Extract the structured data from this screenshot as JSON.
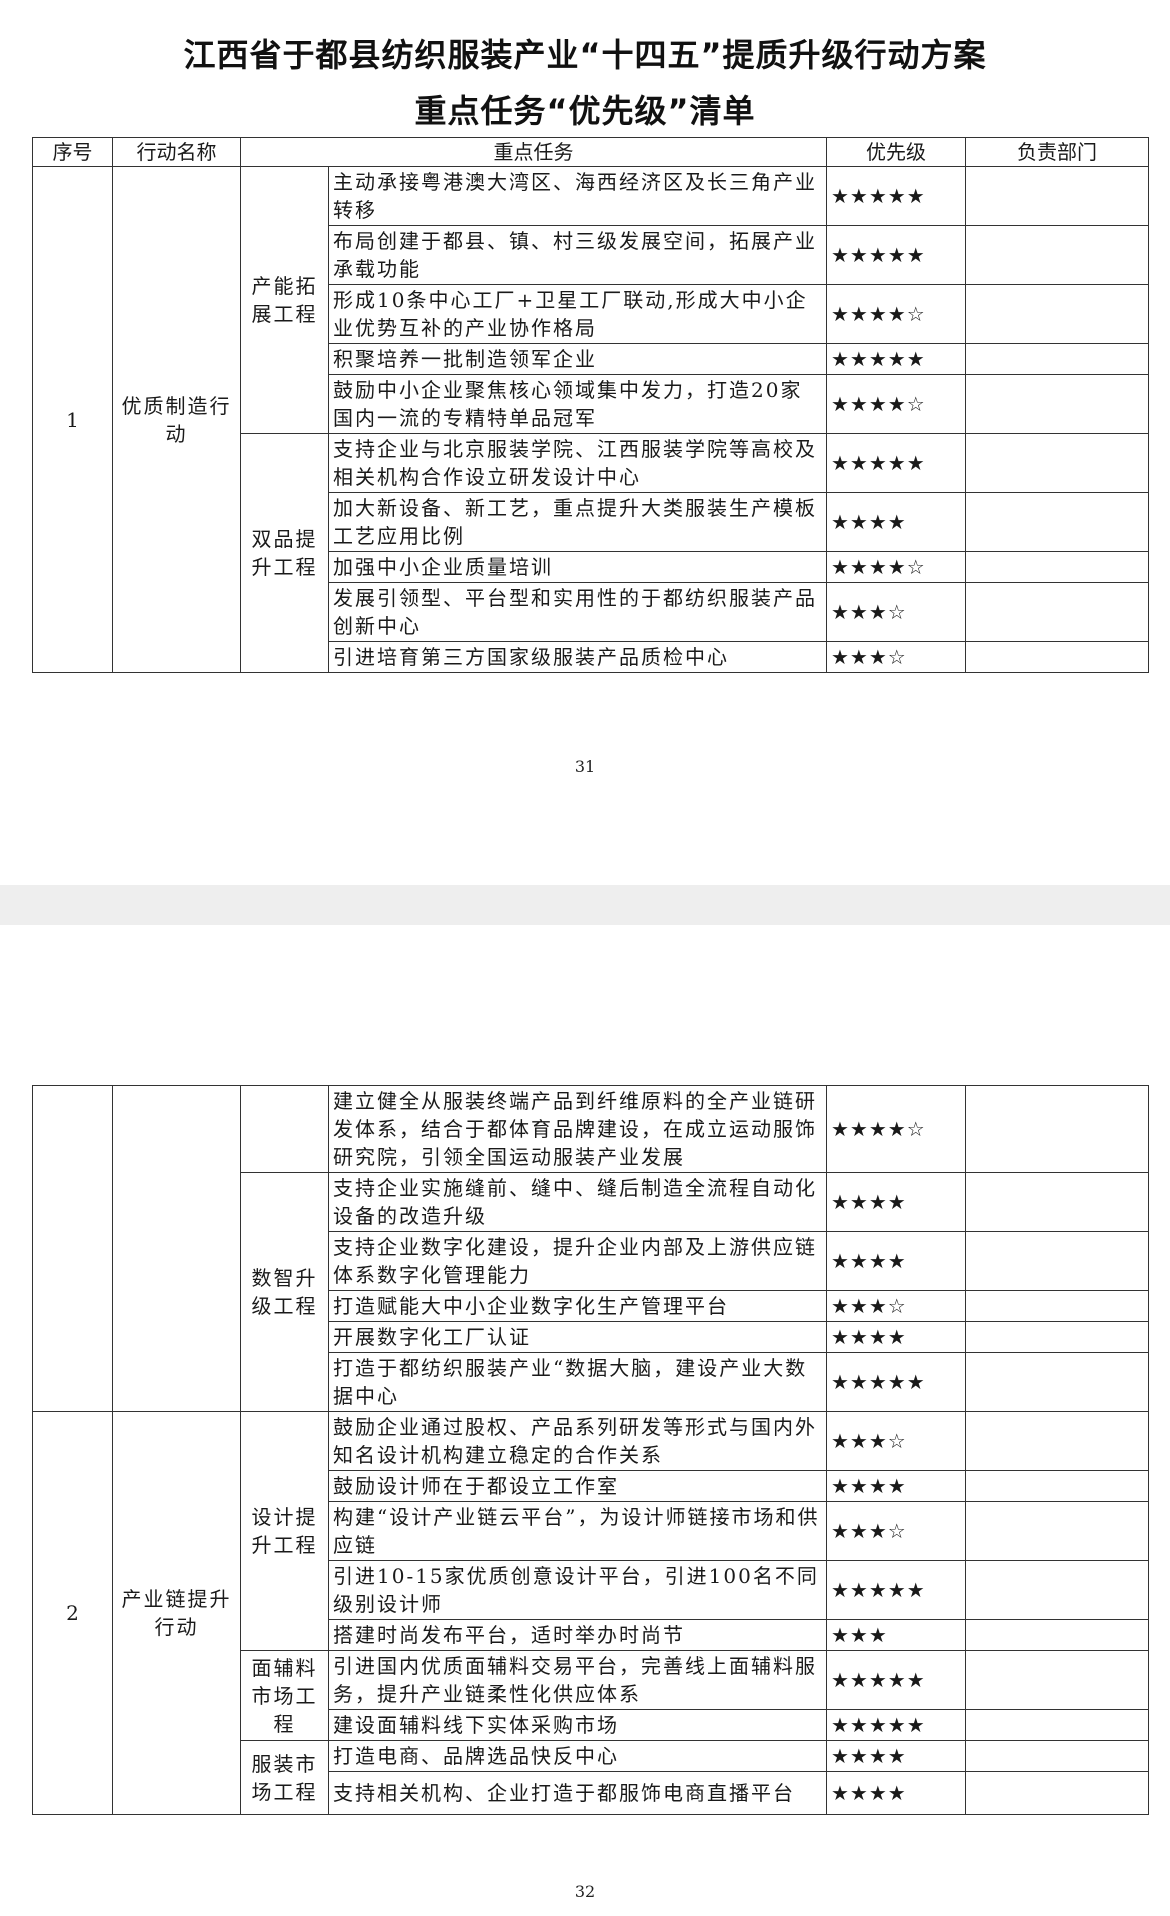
{
  "document": {
    "title_line1": "江西省于都县纺织服装产业“十四五”提质升级行动方案",
    "title_line2": "重点任务“优先级”清单",
    "mark": "."
  },
  "table": {
    "headers": [
      "序号",
      "行动名称",
      "重点任务",
      "优先级",
      "负责部门"
    ]
  },
  "page1": {
    "page_number": "31",
    "group": {
      "no": "1",
      "action": "优质制造行动"
    },
    "sub1": {
      "name": "产能拓展工程",
      "rows": [
        {
          "task": "主动承接粤港澳大湾区、海西经济区及长三角产业转移",
          "stars": "★★★★★"
        },
        {
          "task": "布局创建于都县、镇、村三级发展空间，拓展产业承载功能",
          "stars": "★★★★★"
        },
        {
          "task": "形成10条中心工厂+卫星工厂联动,形成大中小企业优势互补的产业协作格局",
          "stars": "★★★★☆"
        },
        {
          "task": "积聚培养一批制造领军企业",
          "stars": "★★★★★"
        },
        {
          "task": "鼓励中小企业聚焦核心领域集中发力，打造20家国内一流的专精特单品冠军",
          "stars": "★★★★☆"
        }
      ]
    },
    "sub2": {
      "name": "双品提升工程",
      "rows": [
        {
          "task": "支持企业与北京服装学院、江西服装学院等高校及相关机构合作设立研发设计中心",
          "stars": "★★★★★"
        },
        {
          "task": "加大新设备、新工艺，重点提升大类服装生产模板工艺应用比例",
          "stars": "★★★★"
        },
        {
          "task": "加强中小企业质量培训",
          "stars": "★★★★☆"
        },
        {
          "task": "发展引领型、平台型和实用性的于都纺织服装产品创新中心",
          "stars": "★★★☆"
        },
        {
          "task": "引进培育第三方国家级服装产品质检中心",
          "stars": "★★★☆"
        }
      ]
    }
  },
  "page2": {
    "page_number": "32",
    "cont_rows": [
      {
        "task": "建立健全从服装终端产品到纤维原料的全产业链研发体系，结合于都体育品牌建设，在成立运动服饰研究院，引领全国运动服装产业发展",
        "stars": "★★★★☆"
      }
    ],
    "sub_digital": {
      "name": "数智升级工程",
      "rows": [
        {
          "task": "支持企业实施缝前、缝中、缝后制造全流程自动化设备的改造升级",
          "stars": "★★★★"
        },
        {
          "task": "支持企业数字化建设，提升企业内部及上游供应链体系数字化管理能力",
          "stars": "★★★★"
        },
        {
          "task": "打造赋能大中小企业数字化生产管理平台",
          "stars": "★★★☆"
        },
        {
          "task": "开展数字化工厂认证",
          "stars": "★★★★"
        },
        {
          "task": "打造于都纺织服装产业“数据大脑，建设产业大数据中心",
          "stars": "★★★★★"
        }
      ]
    },
    "group": {
      "no": "2",
      "action": "产业链提升行动"
    },
    "sub_design": {
      "name": "设计提升工程",
      "rows": [
        {
          "task": "鼓励企业通过股权、产品系列研发等形式与国内外知名设计机构建立稳定的合作关系",
          "stars": "★★★☆"
        },
        {
          "task": "鼓励设计师在于都设立工作室",
          "stars": "★★★★"
        },
        {
          "task": "构建“设计产业链云平台”，为设计师链接市场和供应链",
          "stars": "★★★☆"
        },
        {
          "task": "引进10-15家优质创意设计平台，引进100名不同级别设计师",
          "stars": "★★★★★"
        },
        {
          "task": "搭建时尚发布平台，适时举办时尚节",
          "stars": "★★★"
        }
      ]
    },
    "sub_fabric": {
      "name": "面辅料市场工程",
      "rows": [
        {
          "task": "引进国内优质面辅料交易平台，完善线上面辅料服务，提升产业链柔性化供应体系",
          "stars": "★★★★★"
        },
        {
          "task": "建设面辅料线下实体采购市场",
          "stars": "★★★★★"
        }
      ]
    },
    "sub_apparel": {
      "name": "服装市场工程",
      "rows": [
        {
          "task": "打造电商、品牌选品快反中心",
          "stars": "★★★★"
        },
        {
          "task": "支持相关机构、企业打造于都服饰电商直播平台",
          "stars": "★★★★"
        }
      ]
    }
  }
}
